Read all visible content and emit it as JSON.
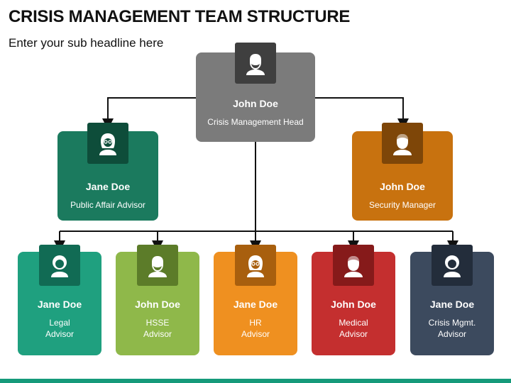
{
  "header": {
    "title": "CRISIS MANAGEMENT TEAM STRUCTURE",
    "subtitle": "Enter your sub headline here"
  },
  "colors": {
    "head": "#7b7b7b",
    "public_affair": "#1b7a5e",
    "security": "#c8720f",
    "legal": "#1fa07f",
    "hsse": "#8fb84a",
    "hr": "#ef9020",
    "medical": "#c42f2f",
    "crisis_mgmt": "#3c4a5e",
    "connector": "#111111",
    "bottom_bar": "#159a7a"
  },
  "head": {
    "name": "John Doe",
    "role": "Crisis Management Head",
    "icon": "man-beard-icon"
  },
  "advisors_top": [
    {
      "name": "Jane Doe",
      "role": "Public Affair Advisor",
      "icon": "woman-glasses-icon"
    },
    {
      "name": "John Doe",
      "role": "Security Manager",
      "icon": "man-icon"
    }
  ],
  "advisors_bottom": [
    {
      "name": "Jane Doe",
      "role_line1": "Legal",
      "role_line2": "Advisor",
      "icon": "woman-curly-icon"
    },
    {
      "name": "John Doe",
      "role_line1": "HSSE",
      "role_line2": "Advisor",
      "icon": "man-beard-icon"
    },
    {
      "name": "Jane Doe",
      "role_line1": "HR",
      "role_line2": "Advisor",
      "icon": "woman-glasses-icon"
    },
    {
      "name": "John Doe",
      "role_line1": "Medical",
      "role_line2": "Advisor",
      "icon": "man-icon"
    },
    {
      "name": "Jane Doe",
      "role_line1": "Crisis Mgmt.",
      "role_line2": "Advisor",
      "icon": "woman-curly-icon"
    }
  ]
}
